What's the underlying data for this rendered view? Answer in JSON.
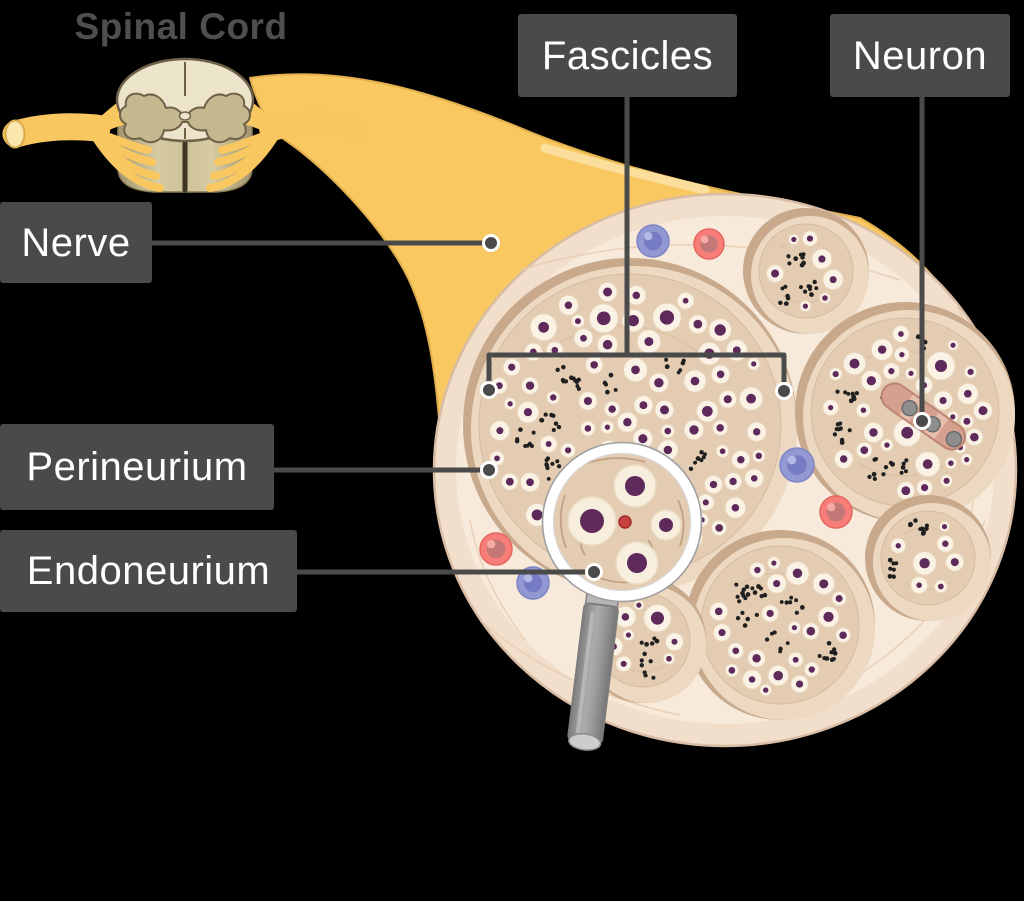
{
  "title": "Spinal Cord",
  "labels": {
    "nerve": "Nerve",
    "fascicles": "Fascicles",
    "neuron": "Neuron",
    "perineurium": "Perineurium",
    "endoneurium": "Endoneurium"
  },
  "theme": {
    "background": "#000000",
    "label_box_bg": "#4A4A4A",
    "label_text_color": "#FFFFFF",
    "title_color": "#4F4F4F",
    "leader_line_color": "#4A4A4A",
    "sheath_yellow": "#F9C860",
    "sheath_yellow_edge": "#E2AF4E",
    "sheath_highlight": "#FBDF9F",
    "epineurium_fill": "#F1DECB",
    "epineurium_inner": "#F7EADA",
    "epineurium_edge": "#D9BCA4",
    "epineurium_texture": "#E6CCB2",
    "perineurium_dark": "#C8A98C",
    "perineurium_light": "#EDD9C2",
    "endoneurium_fill": "#E3CCB2",
    "axon_fill": "#FAF2E4",
    "axon_edge": "#E7D2B7",
    "nucleus_color": "#5E2A5B",
    "unmyelinated_dot_color": "#1F1F1F",
    "vessel_red": "#F77E78",
    "vessel_red_edge": "#E56660",
    "vessel_red_inner": "#C17876",
    "vessel_red_highlight": "#FBAFA9",
    "vessel_blue": "#9298D2",
    "vessel_blue_edge": "#7F85C5",
    "vessel_blue_inner": "#767CC4",
    "vessel_blue_highlight": "#BBBFE8",
    "neuron_fill": "#D6A08F",
    "neuron_edge": "#BC8472",
    "neuron_band": "#E9C2B0",
    "node_gray": "#8E8E8E",
    "magnifier_ring": "#FFFFFF",
    "magnifier_handle": "#9A9A9A",
    "capillary_red": "#C94040",
    "cord_body": "#CDC29A",
    "cord_face": "#ECE4CB",
    "gray_matter": "#C6B88E",
    "cord_outline": "#6F6148",
    "rootlet_yellow": "#F9C75F"
  }
}
